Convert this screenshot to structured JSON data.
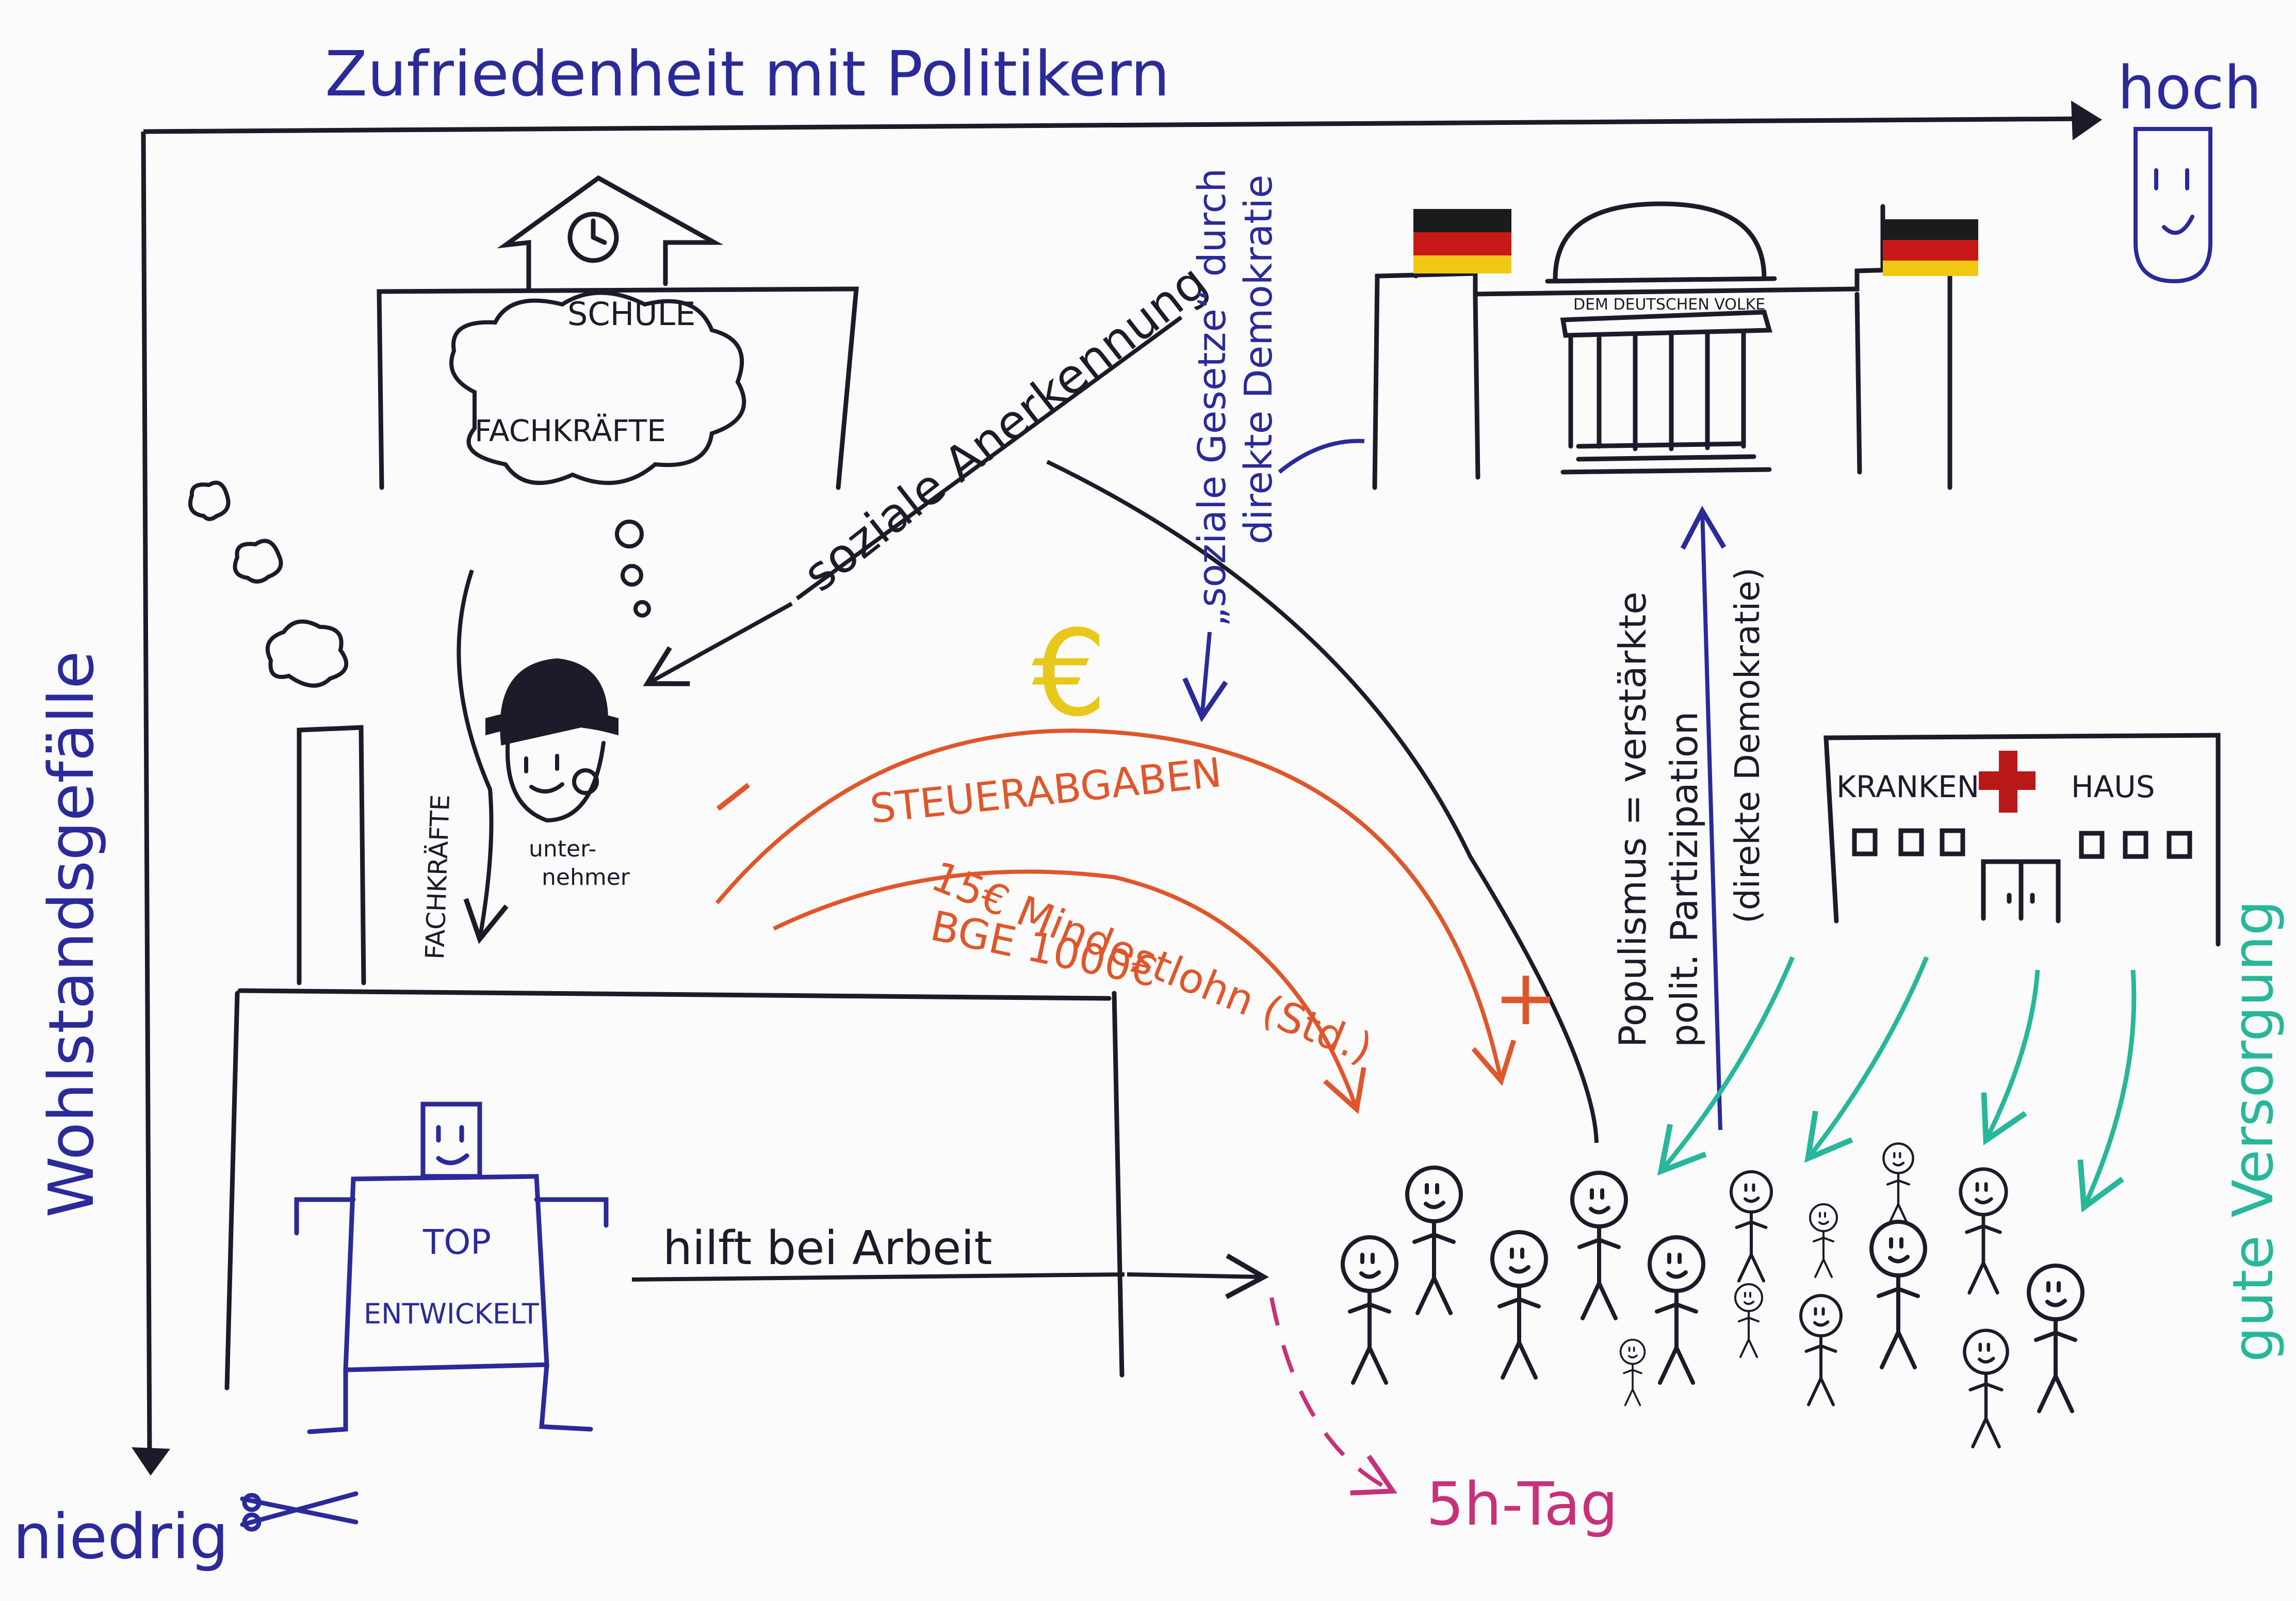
{
  "axes": {
    "x_title": "Zufriedenheit mit Politikern",
    "x_high": "hoch",
    "y_title": "Wohlstandsgefälle",
    "y_low": "niedrig"
  },
  "school": {
    "label": "SCHULE",
    "cloud": "FACHKRÄFTE"
  },
  "factory": {
    "arrow_label": "FACHKRÄFTE"
  },
  "entrepreneur": {
    "label_line1": "unter-",
    "label_line2": "nehmer"
  },
  "robot": {
    "line1": "TOP",
    "line2": "ENTWICKELT"
  },
  "labels": {
    "soziale_anerkennung": "soziale Anerkennung",
    "soziale_gesetze": "„soziale Gesetze“ durch",
    "direkte_demokratie": "direkte Demokratie",
    "hilft_bei_arbeit": "hilft bei Arbeit",
    "steuerabgaben": "STEUERABGABEN",
    "mindestlohn": "15€ Mindestlohn (Std.)",
    "bge": "BGE 1000€",
    "minus": "−",
    "plus": "+",
    "fuenf_h_tag": "5h-Tag",
    "populismus": "Populismus = verstärkte",
    "polit_partizipation": "polit. Partizipation",
    "direkte_demokratie_2": "(direkte Demokratie)",
    "gute_versorgung": "gute Versorgung",
    "euro_symbol": "€"
  },
  "parliament": {
    "inscription": "DEM DEUTSCHEN VOLKE"
  },
  "hospital": {
    "left": "KRANKEN",
    "right": "HAUS"
  },
  "colors": {
    "paper": "#fbfbfb",
    "ink": "#1b1b2a",
    "blue": "#2a2a9a",
    "orange": "#e0562a",
    "magenta": "#c8307a",
    "teal": "#27b79a",
    "gold": "#e8c81a",
    "red": "#b81818"
  }
}
